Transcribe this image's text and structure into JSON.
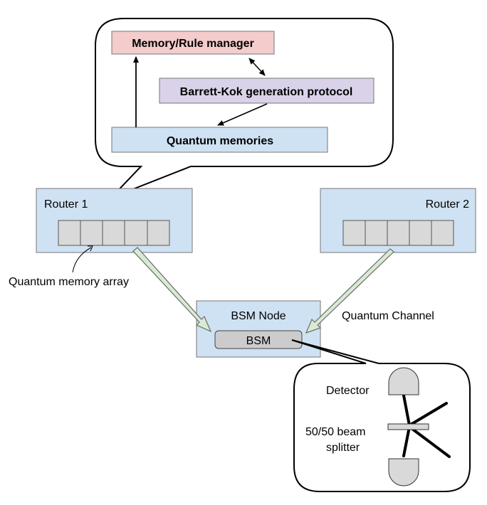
{
  "callout_top": {
    "memory_rule_manager": "Memory/Rule manager",
    "barrett_kok_protocol": "Barrett-Kok generation protocol",
    "quantum_memories": "Quantum memories"
  },
  "routers": {
    "router1": "Router 1",
    "router2": "Router 2"
  },
  "annotations": {
    "quantum_memory_array": "Quantum memory array",
    "quantum_channel": "Quantum Channel"
  },
  "bsm": {
    "node_label": "BSM Node",
    "inner_label": "BSM"
  },
  "callout_bottom": {
    "detector": "Detector",
    "beam_splitter_line1": "50/50 beam",
    "beam_splitter_line2": "splitter"
  },
  "colors": {
    "memory_rule_fill": "#f4cccc",
    "protocol_fill": "#d9d2e9",
    "blue_box_fill": "#cfe2f3",
    "gray_fill": "#d9d9d9",
    "channel_arrow_fill": "#d9ead3"
  }
}
